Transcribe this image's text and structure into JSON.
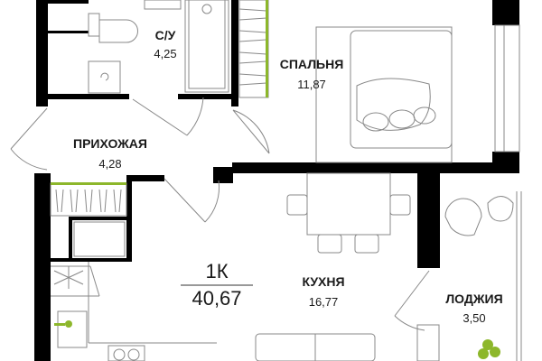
{
  "colors": {
    "wall": "#000000",
    "accent": "#8db72b",
    "line": "#777777"
  },
  "apartment": {
    "type": "1К",
    "total_area": "40,67"
  },
  "rooms": [
    {
      "name": "С/У",
      "area": "4,25"
    },
    {
      "name": "СПАЛЬНЯ",
      "area": "11,87"
    },
    {
      "name": "ПРИХОЖАЯ",
      "area": "4,28"
    },
    {
      "name": "КУХНЯ",
      "area": "16,77"
    },
    {
      "name": "ЛОДЖИЯ",
      "area": "3,50"
    }
  ]
}
